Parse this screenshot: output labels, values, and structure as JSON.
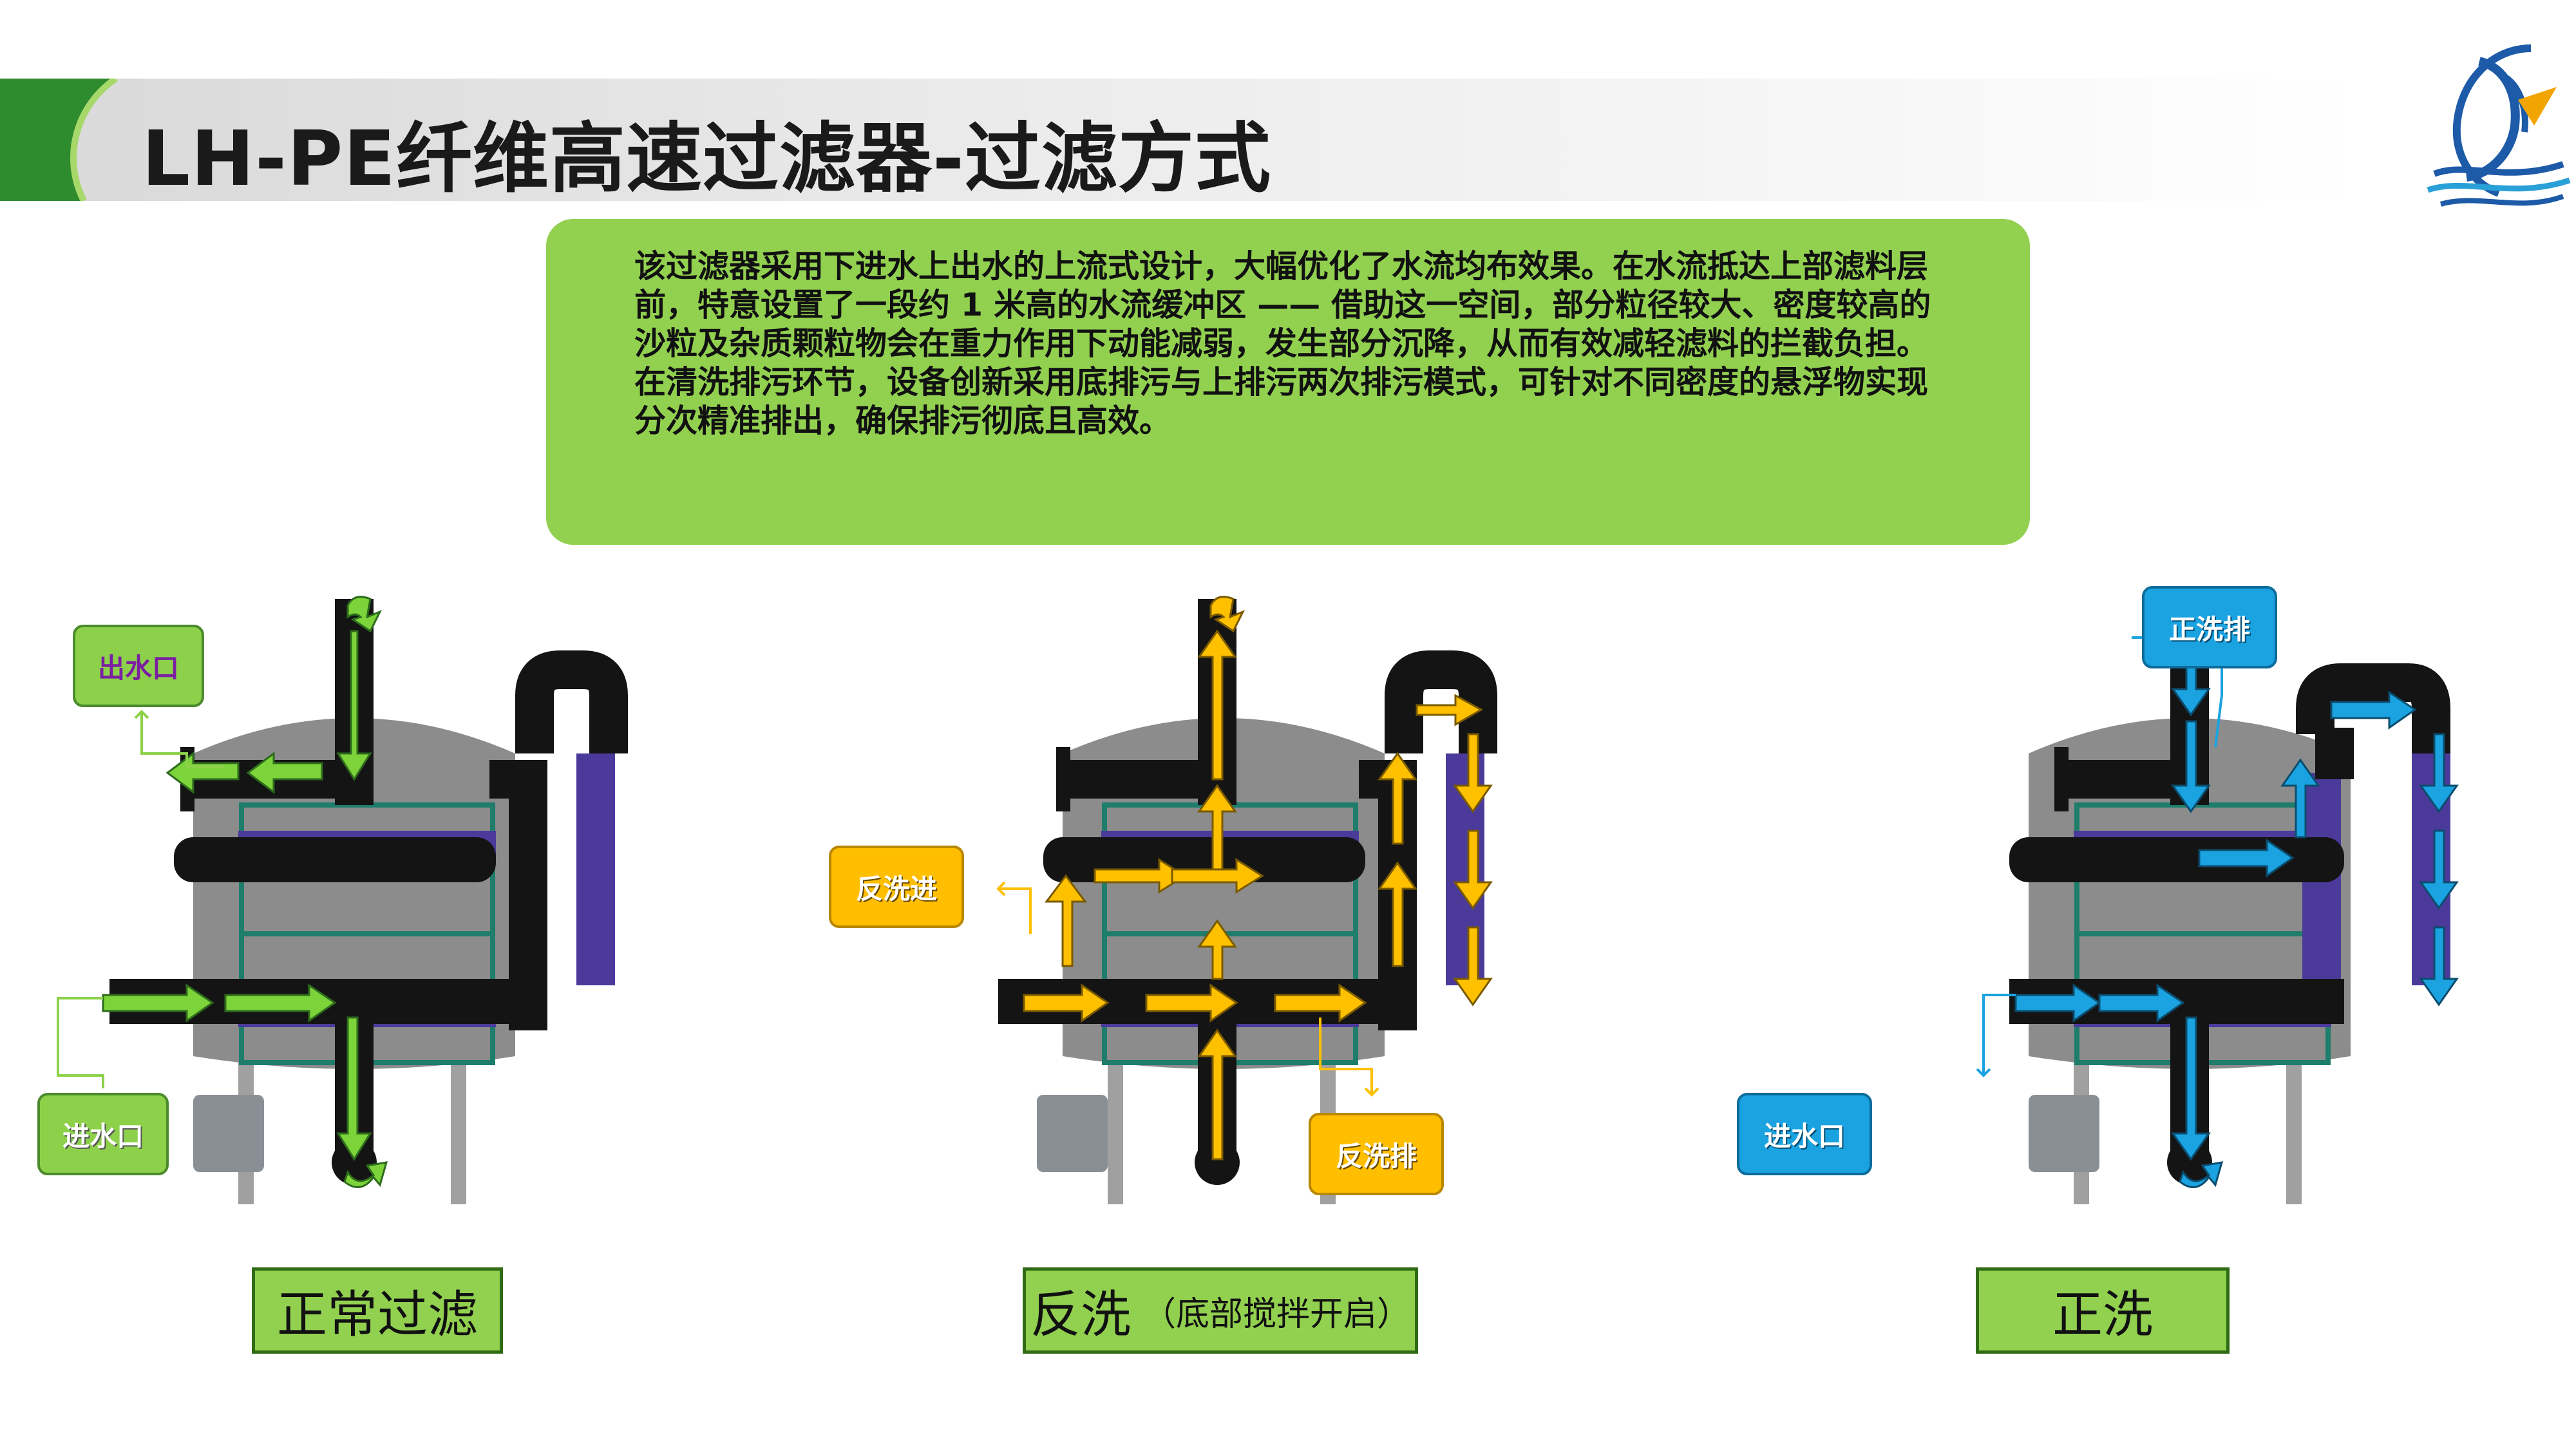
{
  "title": "LH-PE纤维高速过滤器-过滤方式",
  "description": {
    "p1": "该过滤器采用下进水上出水的上流式设计，大幅优化了水流均布效果。在水流抵达上部滤料层前，特意设置了一段约 1 米高的水流缓冲区 —— 借助这一空间，部分粒径较大、密度较高的沙粒及杂质颗粒物会在重力作用下动能减弱，发生部分沉降，从而有效减轻滤料的拦截负担。",
    "p2": "在清洗排污环节，设备创新采用底排污与上排污两次排污模式，可针对不同密度的悬浮物实现分次精准排出，确保排污彻底且高效。"
  },
  "diagrams": [
    {
      "caption": "正常过滤",
      "caption_sub": "",
      "arrow_color": "#7dd33a",
      "labels": {
        "outlet": "出水口",
        "inlet": "进水口"
      }
    },
    {
      "caption": "反洗",
      "caption_sub": "（底部搅拌开启）",
      "arrow_color": "#ffc000",
      "labels": {
        "backwash_in": "反洗进",
        "backwash_out": "反洗排"
      }
    },
    {
      "caption": "正洗",
      "caption_sub": "",
      "arrow_color": "#1aa3e0",
      "labels": {
        "rinse_drain": "正洗排",
        "inlet": "进水口"
      }
    }
  ],
  "colors": {
    "header_accent": "#2e8b2e",
    "desc_box": "#92d050",
    "pipe": "#141414",
    "purple_pipe": "#4b3a9a",
    "tank": "#8c8c8c"
  },
  "logo": "blue-wave-logo-icon"
}
